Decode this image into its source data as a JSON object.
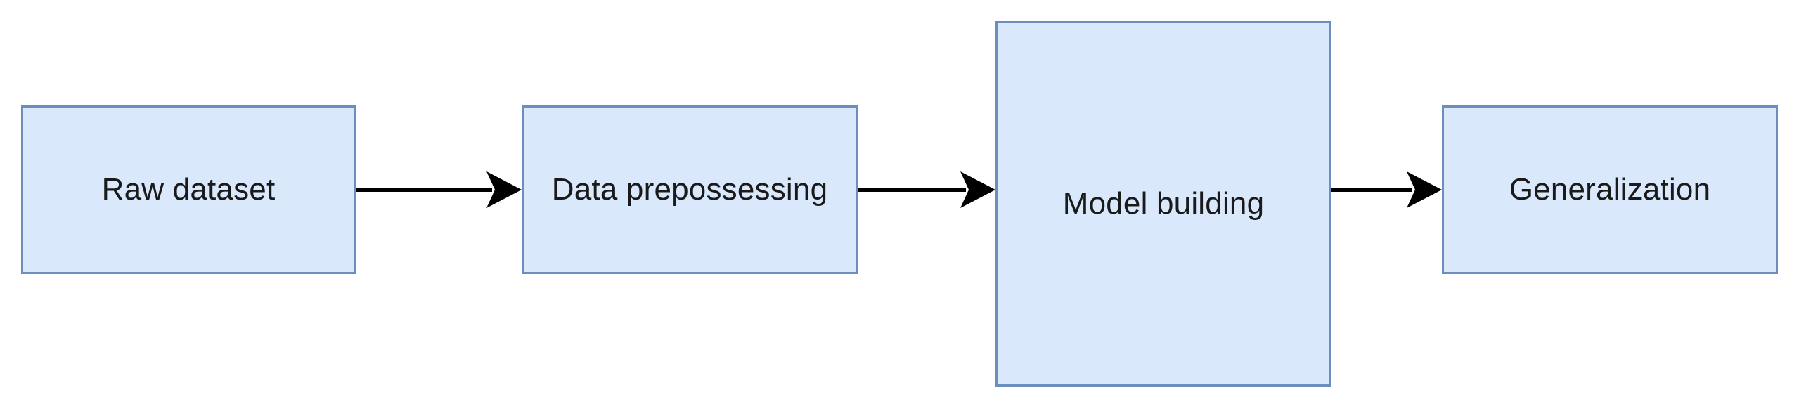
{
  "diagram": {
    "nodes": [
      {
        "id": "raw",
        "label": "Raw dataset"
      },
      {
        "id": "prep",
        "label": "Data prepossessing"
      },
      {
        "id": "model",
        "label": "Model building"
      },
      {
        "id": "general",
        "label": "Generalization"
      }
    ],
    "edges": [
      {
        "from": "raw",
        "to": "prep"
      },
      {
        "from": "prep",
        "to": "model"
      },
      {
        "from": "model",
        "to": "general"
      }
    ],
    "colors": {
      "node_fill": "#dae8fc",
      "node_border": "#6c8ebf",
      "arrow": "#000000",
      "text": "#1a1a1a"
    }
  }
}
